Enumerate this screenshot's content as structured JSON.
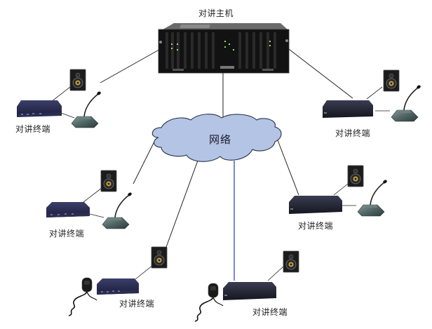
{
  "host": {
    "label": "对讲主机",
    "icon": "rack-server-icon"
  },
  "network": {
    "label": "网络",
    "icon": "cloud-icon",
    "fill": "#b4c4e4",
    "stroke": "#22304a"
  },
  "link_colors": {
    "wired": "#222222",
    "highlight": "#2233cc"
  },
  "terminals": [
    {
      "label": "对讲终端",
      "peripherals": [
        "speaker-icon",
        "desk-microphone-icon"
      ],
      "uplink": "host"
    },
    {
      "label": "对讲终端",
      "peripherals": [
        "speaker-icon",
        "desk-microphone-icon"
      ],
      "uplink": "host"
    },
    {
      "label": "对讲终端",
      "peripherals": [
        "speaker-icon",
        "desk-microphone-icon"
      ],
      "uplink": "network"
    },
    {
      "label": "对讲终端",
      "peripherals": [
        "speaker-icon",
        "desk-microphone-icon"
      ],
      "uplink": "network"
    },
    {
      "label": "对讲终端",
      "peripherals": [
        "speaker-icon",
        "handheld-microphone-icon"
      ],
      "uplink": "network"
    },
    {
      "label": "对讲终端",
      "peripherals": [
        "speaker-icon",
        "handheld-microphone-icon"
      ],
      "uplink": "network"
    }
  ]
}
